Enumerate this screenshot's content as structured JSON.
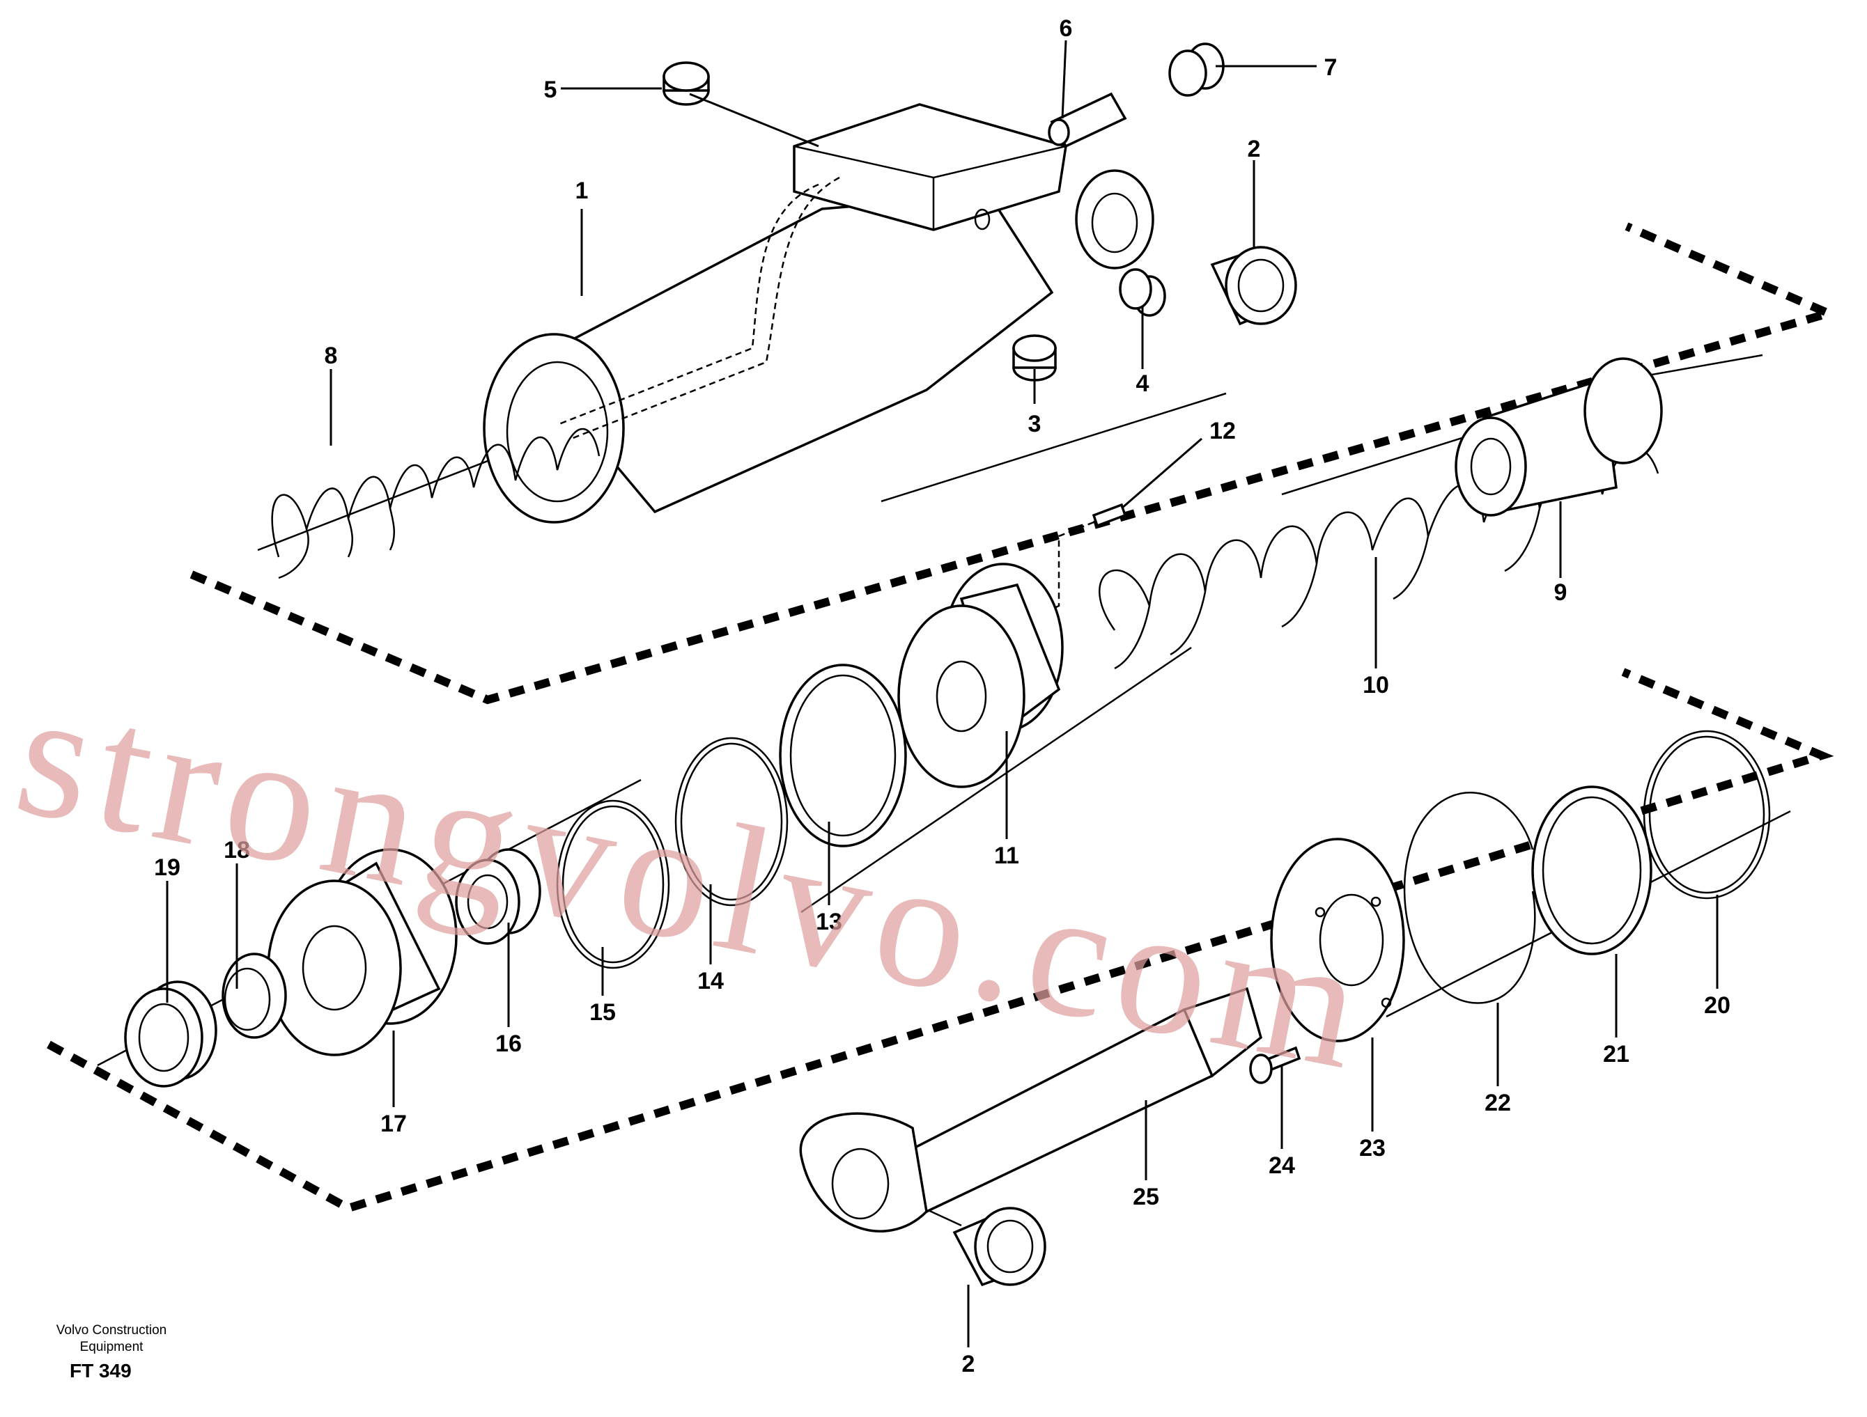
{
  "watermark": "strongvolvo.com",
  "footer": {
    "brand_line1": "Volvo Construction",
    "brand_line2": "Equipment",
    "figure_code": "FT 349"
  },
  "callouts": [
    "1",
    "2",
    "3",
    "4",
    "5",
    "6",
    "7",
    "8",
    "9",
    "10",
    "11",
    "12",
    "13",
    "14",
    "15",
    "16",
    "17",
    "18",
    "19",
    "20",
    "21",
    "22",
    "23",
    "24",
    "25",
    "2"
  ]
}
